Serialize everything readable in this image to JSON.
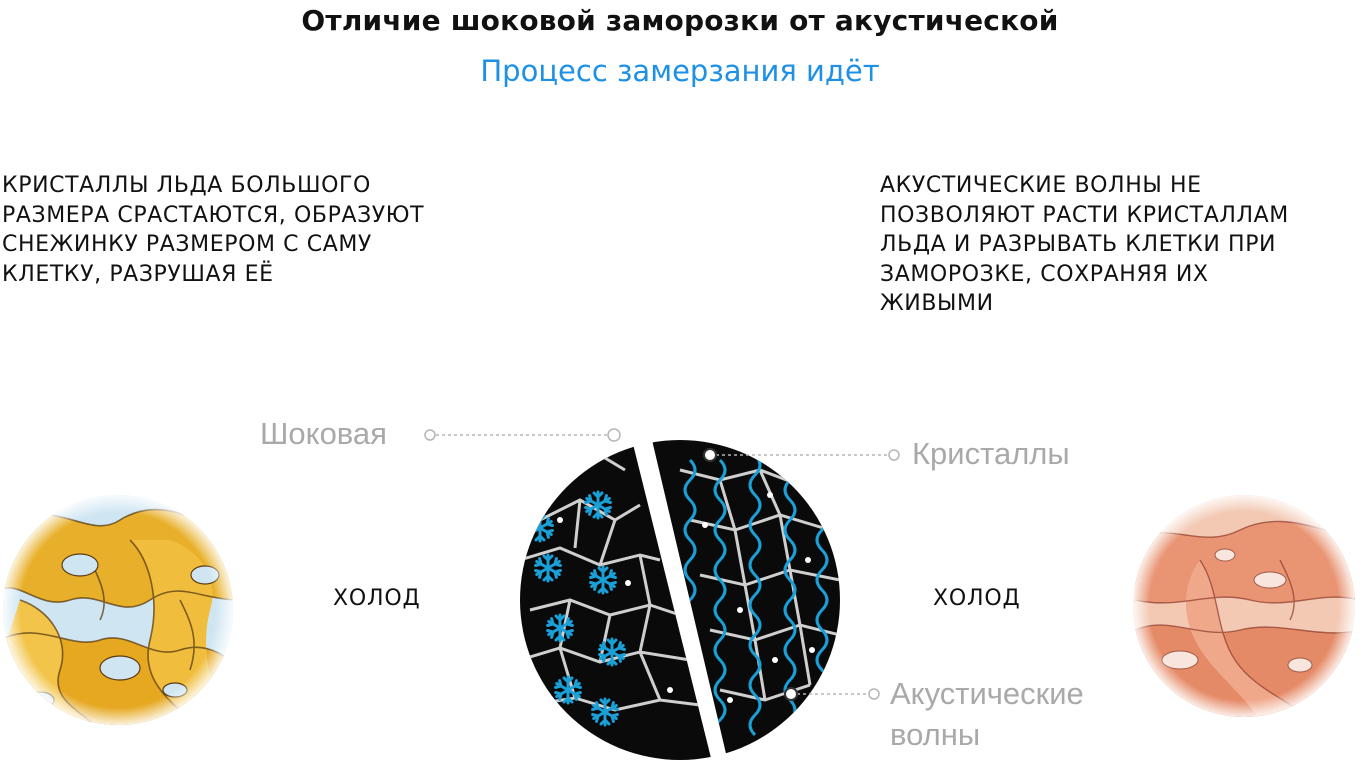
{
  "header": {
    "title": "Отличие шоковой заморозки от акустической",
    "subtitle": "Процесс замерзания идёт"
  },
  "left_description": {
    "lines": [
      "КРИСТАЛЛЫ ЛЬДА БОЛЬШОГО",
      "РАЗМЕРА СРАСТАЮТСЯ, ОБРАЗУЮТ",
      "СНЕЖИНКУ РАЗМЕРОМ С САМУ",
      "КЛЕТКУ, РАЗРУШАЯ ЕЁ"
    ]
  },
  "right_description": {
    "lines": [
      "АКУСТИЧЕСКИЕ ВОЛНЫ НЕ",
      "ПОЗВОЛЯЮТ РАСТИ КРИСТАЛЛАМ",
      "ЛЬДА И РАЗРЫВАТЬ КЛЕТКИ ПРИ",
      "ЗАМОРОЗКЕ, СОХРАНЯЯ ИХ",
      "ЖИВЫМИ"
    ]
  },
  "cold_labels": {
    "left": "ХОЛОД",
    "right": "ХОЛОД"
  },
  "callouts": {
    "shock": "Шоковая",
    "crystals": "Кристаллы",
    "acoustic_line1": "Акустические",
    "acoustic_line2": "волны"
  },
  "colors": {
    "accent_blue": "#1e90e6",
    "snowflake_blue": "#1aa0d8",
    "callout_gray": "#a9a9a9",
    "cell_black": "#0a0a0a",
    "yellow_tissue": "#e8b02a",
    "pink_tissue": "#e99473"
  }
}
